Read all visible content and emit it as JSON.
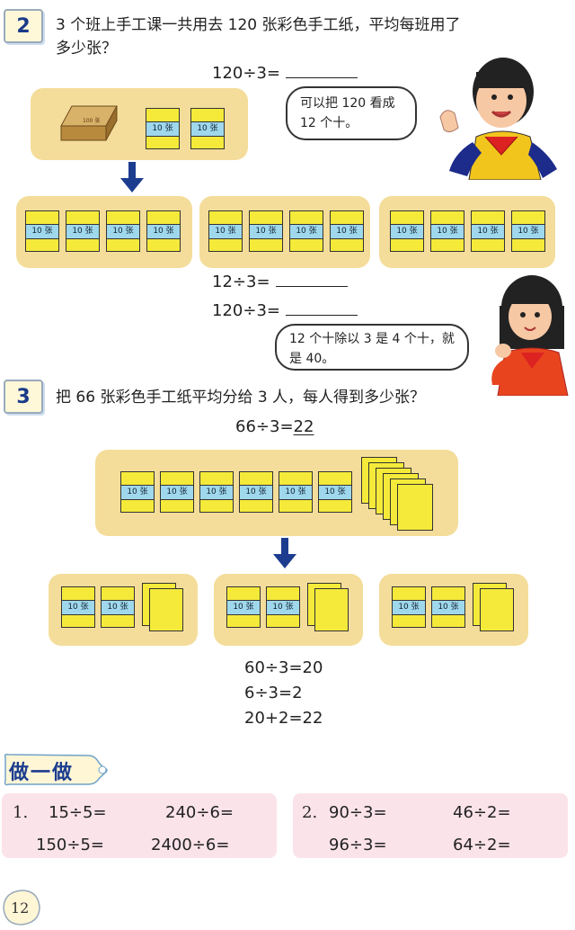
{
  "problem2": {
    "number": "2",
    "text_line1": "3 个班上手工课一共用去 120 张彩色手工纸，平均每班用了",
    "text_line2": "多少张？",
    "equation_top": "120÷3=",
    "bubble_boy": "可以把 120 看成 12 个十。",
    "equation_a": "12÷3=",
    "equation_b": "120÷3=",
    "bubble_girl": "12 个十除以 3 是 4 个十，就是 40。",
    "pack_label": "10 张",
    "ream_label": "100 张"
  },
  "problem3": {
    "number": "3",
    "text": "把 66 张彩色手工纸平均分给 3 人，每人得到多少张？",
    "equation_top_left": "66÷3=",
    "equation_top_answer": "22",
    "pack_label": "10 张",
    "steps": [
      "60÷3=20",
      "6÷3=2",
      "20+2=22"
    ]
  },
  "practice": {
    "title": "做一做",
    "group1": {
      "number": "1.",
      "items": [
        "15÷5=",
        "240÷6=",
        "150÷5=",
        "2400÷6="
      ]
    },
    "group2": {
      "number": "2.",
      "items": [
        "90÷3=",
        "46÷2=",
        "96÷3=",
        "64÷2="
      ]
    }
  },
  "page_number": "12"
}
